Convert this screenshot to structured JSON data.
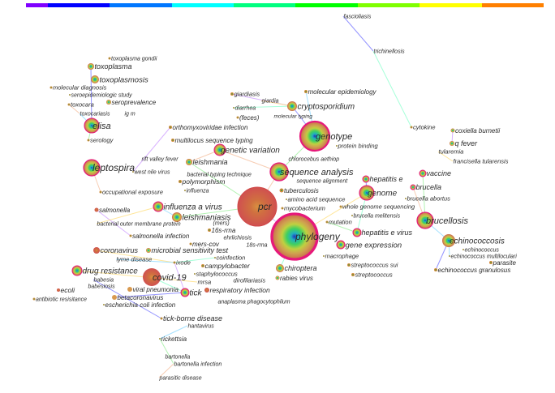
{
  "timeline_colors": [
    "#8000ff",
    "#0000ff",
    "#0077ff",
    "#00ffff",
    "#00ff80",
    "#00ff00",
    "#80ff00",
    "#ffff00",
    "#ff8000"
  ],
  "colors": {
    "centrality_outline": "#e6197a",
    "label": "#2a2a2a"
  },
  "nodes": [
    {
      "label": "fascioliasis"
    },
    {
      "label": "trichinellosis"
    },
    {
      "label": "toxoplasma gondii"
    },
    {
      "label": "toxoplasma"
    },
    {
      "label": "toxoplasmosis"
    },
    {
      "label": "molecular diagnosis"
    },
    {
      "label": "seroepidemiologic study"
    },
    {
      "label": "toxocara"
    },
    {
      "label": "seroprevalence"
    },
    {
      "label": "toxocariasis"
    },
    {
      "label": "ig m"
    },
    {
      "label": "elisa"
    },
    {
      "label": "serology"
    },
    {
      "label": "giardiasis"
    },
    {
      "label": "giardia"
    },
    {
      "label": "diarrhea"
    },
    {
      "label": "(feces)"
    },
    {
      "label": "molecular epidemiology"
    },
    {
      "label": "cryptosporidium"
    },
    {
      "label": "molecular typing"
    },
    {
      "label": "genotype"
    },
    {
      "label": "protein binding"
    },
    {
      "label": "cytokine"
    },
    {
      "label": "coxiella burnetii"
    },
    {
      "label": "q fever"
    },
    {
      "label": "tularemia"
    },
    {
      "label": "francisella tularensis"
    },
    {
      "label": "vaccine"
    },
    {
      "label": "brucella"
    },
    {
      "label": "brucella abortus"
    },
    {
      "label": "orthomyxoviridae infection"
    },
    {
      "label": "multilocus sequence typing"
    },
    {
      "label": "genetic variation"
    },
    {
      "label": "leishmania"
    },
    {
      "label": "rift valley fever"
    },
    {
      "label": "west nile virus"
    },
    {
      "label": "bacterial typing technique"
    },
    {
      "label": "leptospira"
    },
    {
      "label": "occupational exposure"
    },
    {
      "label": "polymorphism"
    },
    {
      "label": "influenza"
    },
    {
      "label": "influenza a virus"
    },
    {
      "label": "leishmaniasis"
    },
    {
      "label": "pcr"
    },
    {
      "label": "chlorocebus aethiop"
    },
    {
      "label": "sequence analysis"
    },
    {
      "label": "sequence alignment"
    },
    {
      "label": "tuberculosis"
    },
    {
      "label": "amino acid sequence"
    },
    {
      "label": "mycobacterium"
    },
    {
      "label": "hepatitis e"
    },
    {
      "label": "genome"
    },
    {
      "label": "whole genome sequencing"
    },
    {
      "label": "brucella melitensis"
    },
    {
      "label": "mutation"
    },
    {
      "label": "brucellosis"
    },
    {
      "label": "phylogeny"
    },
    {
      "label": "hepatitis e virus"
    },
    {
      "label": "gene expression"
    },
    {
      "label": "echinococcosis"
    },
    {
      "label": "echinococcus"
    },
    {
      "label": "echinococcus multiloculari"
    },
    {
      "label": "parasite"
    },
    {
      "label": "echinococcus granulosus"
    },
    {
      "label": "macrophage"
    },
    {
      "label": "streptococcus sui"
    },
    {
      "label": "streptococcus"
    },
    {
      "label": "chiroptera"
    },
    {
      "label": "rabies virus"
    },
    {
      "label": "18s-rrna"
    },
    {
      "label": "ehrlichiosis"
    },
    {
      "label": "16s-rrna"
    },
    {
      "label": "(mers)"
    },
    {
      "label": "bacterial outer membrane protein"
    },
    {
      "label": "salmonella"
    },
    {
      "label": "salmonella infection"
    },
    {
      "label": "mers-cov"
    },
    {
      "label": "coronavirus"
    },
    {
      "label": "microbial sensitivity test"
    },
    {
      "label": "coinfection"
    },
    {
      "label": "lyme disease"
    },
    {
      "label": "ixode"
    },
    {
      "label": "campylobacter"
    },
    {
      "label": "drug resistance"
    },
    {
      "label": "staphylococcus"
    },
    {
      "label": "babesia"
    },
    {
      "label": "covid-19"
    },
    {
      "label": "mrsa"
    },
    {
      "label": "dirofilariasis"
    },
    {
      "label": "babesiosis"
    },
    {
      "label": "ecoli"
    },
    {
      "label": "viral pneumonia"
    },
    {
      "label": "tick"
    },
    {
      "label": "respiratory infection"
    },
    {
      "label": "anaplasma phagocytophilum"
    },
    {
      "label": "antibiotic resisitance"
    },
    {
      "label": "betacoronavirus"
    },
    {
      "label": "escherichia coli infection"
    },
    {
      "label": "tick-borne disease"
    },
    {
      "label": "hantavirus"
    },
    {
      "label": "rickettsia"
    },
    {
      "label": "bartonella"
    },
    {
      "label": "bartonella infection"
    },
    {
      "label": "parasitic disease"
    }
  ]
}
